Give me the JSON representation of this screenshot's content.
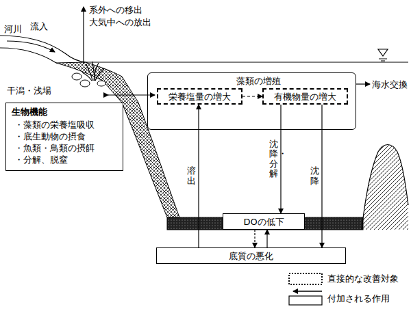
{
  "diagram": {
    "nodes": [
      {
        "text": [
          "藻類の増殖"
        ]
      },
      {
        "text": [
          "栄養塩量の増大"
        ],
        "in": 0
      },
      {
        "text": [
          "有機物量の増大"
        ],
        "in": 0
      },
      {
        "text": [
          "生物機能",
          "・藻類の栄養塩吸収",
          "・底生動物の摂食",
          "・魚類・鳥類の摂餌",
          "・分解、脱窒"
        ]
      },
      {
        "text": [
          "DOの低下"
        ]
      },
      {
        "text": [
          "底質の悪化"
        ]
      }
    ],
    "edges": [
      {
        "from": 1,
        "to": 2,
        "arrow": "to"
      },
      {
        "from": 2,
        "to": 4,
        "label": "沈降・分解",
        "arrow": "to"
      },
      {
        "from": 2,
        "to": 5,
        "label": "沈降",
        "arrow": "to"
      },
      {
        "from": 5,
        "to": 1,
        "label": "溶出",
        "arrow": "to"
      },
      {
        "from": 4,
        "to": 5,
        "arrow": "to"
      },
      {
        "from": 5,
        "to": 4,
        "arrow": "to"
      }
    ],
    "labels": [
      "河川",
      "流入",
      "系外への移出",
      "大気中への放出",
      "干潟・浅場",
      "海水交換"
    ],
    "legend": [
      {
        "text": "直接的な改善対象"
      },
      {
        "text": "付加される作用"
      }
    ]
  }
}
